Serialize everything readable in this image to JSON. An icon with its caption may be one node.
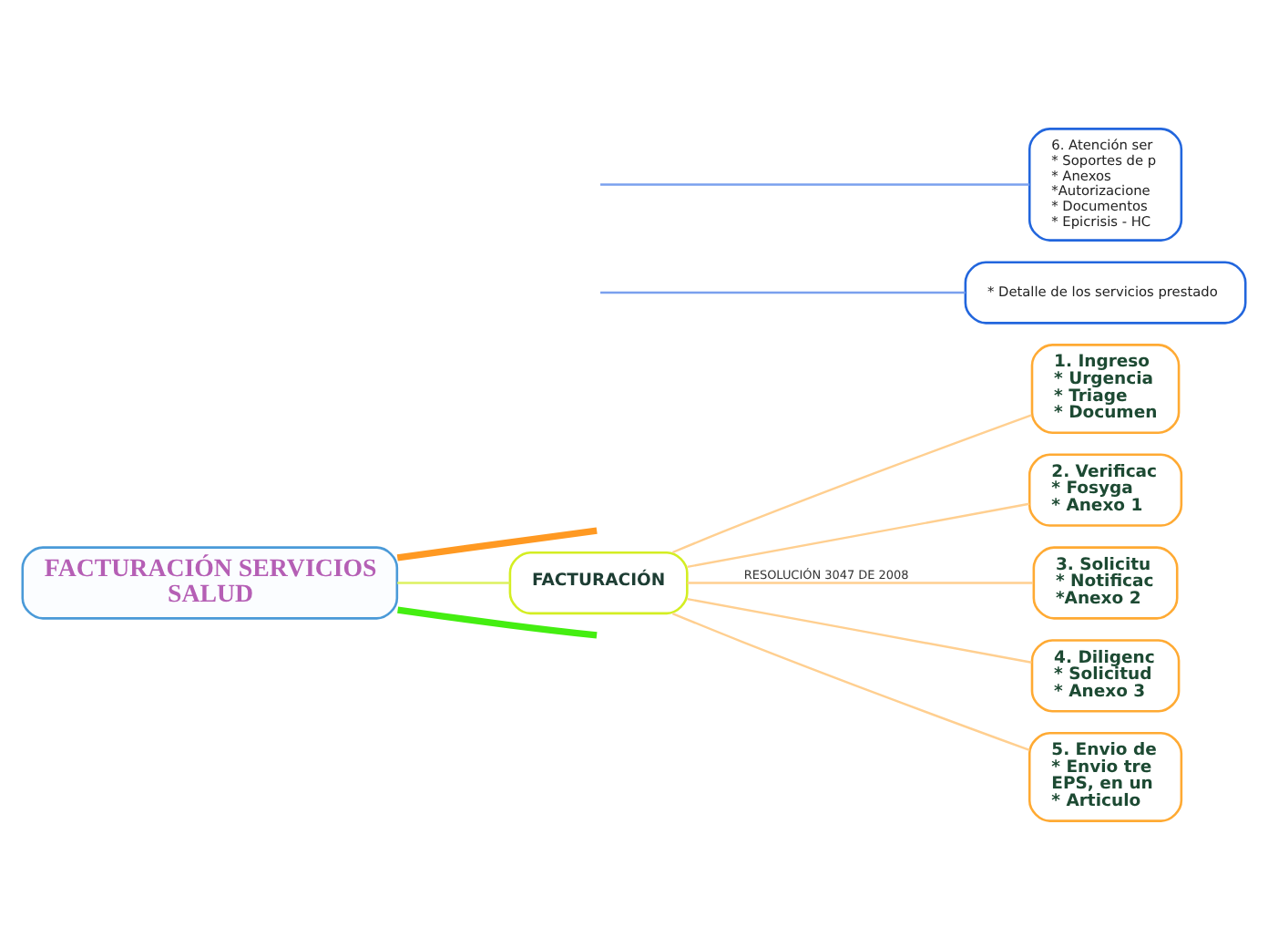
{
  "diagram": {
    "nodes": [
      {
        "text": [
          "FACTURACIÓN SERVICIOS SALUD"
        ]
      },
      {
        "text": [
          "* Detalle de los servicios prestado"
        ]
      },
      {
        "text": [
          "FACTURACIÓN"
        ]
      },
      {
        "text": [
          "1. Ingreso",
          "* Urgencia",
          "* Triage",
          "* Documen"
        ]
      },
      {
        "text": [
          "2. Verificac",
          "* Fosyga",
          "* Anexo 1"
        ]
      },
      {
        "text": [
          "3. Solicitu",
          "* Notificac",
          "*Anexo 2"
        ]
      },
      {
        "text": [
          "4. Diligenc",
          "* Solicitud",
          "* Anexo 3"
        ]
      },
      {
        "text": [
          "5. Envio de",
          "* Envio tre EPS, en un",
          "* Articulo"
        ]
      },
      {
        "text": [
          "6. Atención ser",
          "* Soportes de p",
          "* Anexos",
          "*Autorizacione",
          "* Documentos",
          "* Epicrisis - HC"
        ]
      }
    ],
    "edges": [
      {
        "from": 0,
        "to": null,
        "arrow": "none",
        "style": "thick",
        "color": "#ff9922"
      },
      {
        "from": null,
        "to": 1,
        "arrow": "none",
        "color": "#7aa0ee"
      },
      {
        "from": 0,
        "to": 2,
        "arrow": "none",
        "color": "#ddf060"
      },
      {
        "from": 2,
        "to": 3,
        "arrow": "none"
      },
      {
        "from": 2,
        "to": 4,
        "arrow": "none"
      },
      {
        "from": 2,
        "to": 5,
        "arrow": "none",
        "label": "RESOLUCIÓN 3047 DE 2008"
      },
      {
        "from": 2,
        "to": 6,
        "arrow": "none"
      },
      {
        "from": 2,
        "to": 7,
        "arrow": "none"
      },
      {
        "from": 0,
        "to": null,
        "arrow": "none",
        "style": "thick",
        "color": "#44ee11"
      },
      {
        "from": null,
        "to": 8,
        "arrow": "none",
        "color": "#7aa0ee"
      }
    ]
  }
}
